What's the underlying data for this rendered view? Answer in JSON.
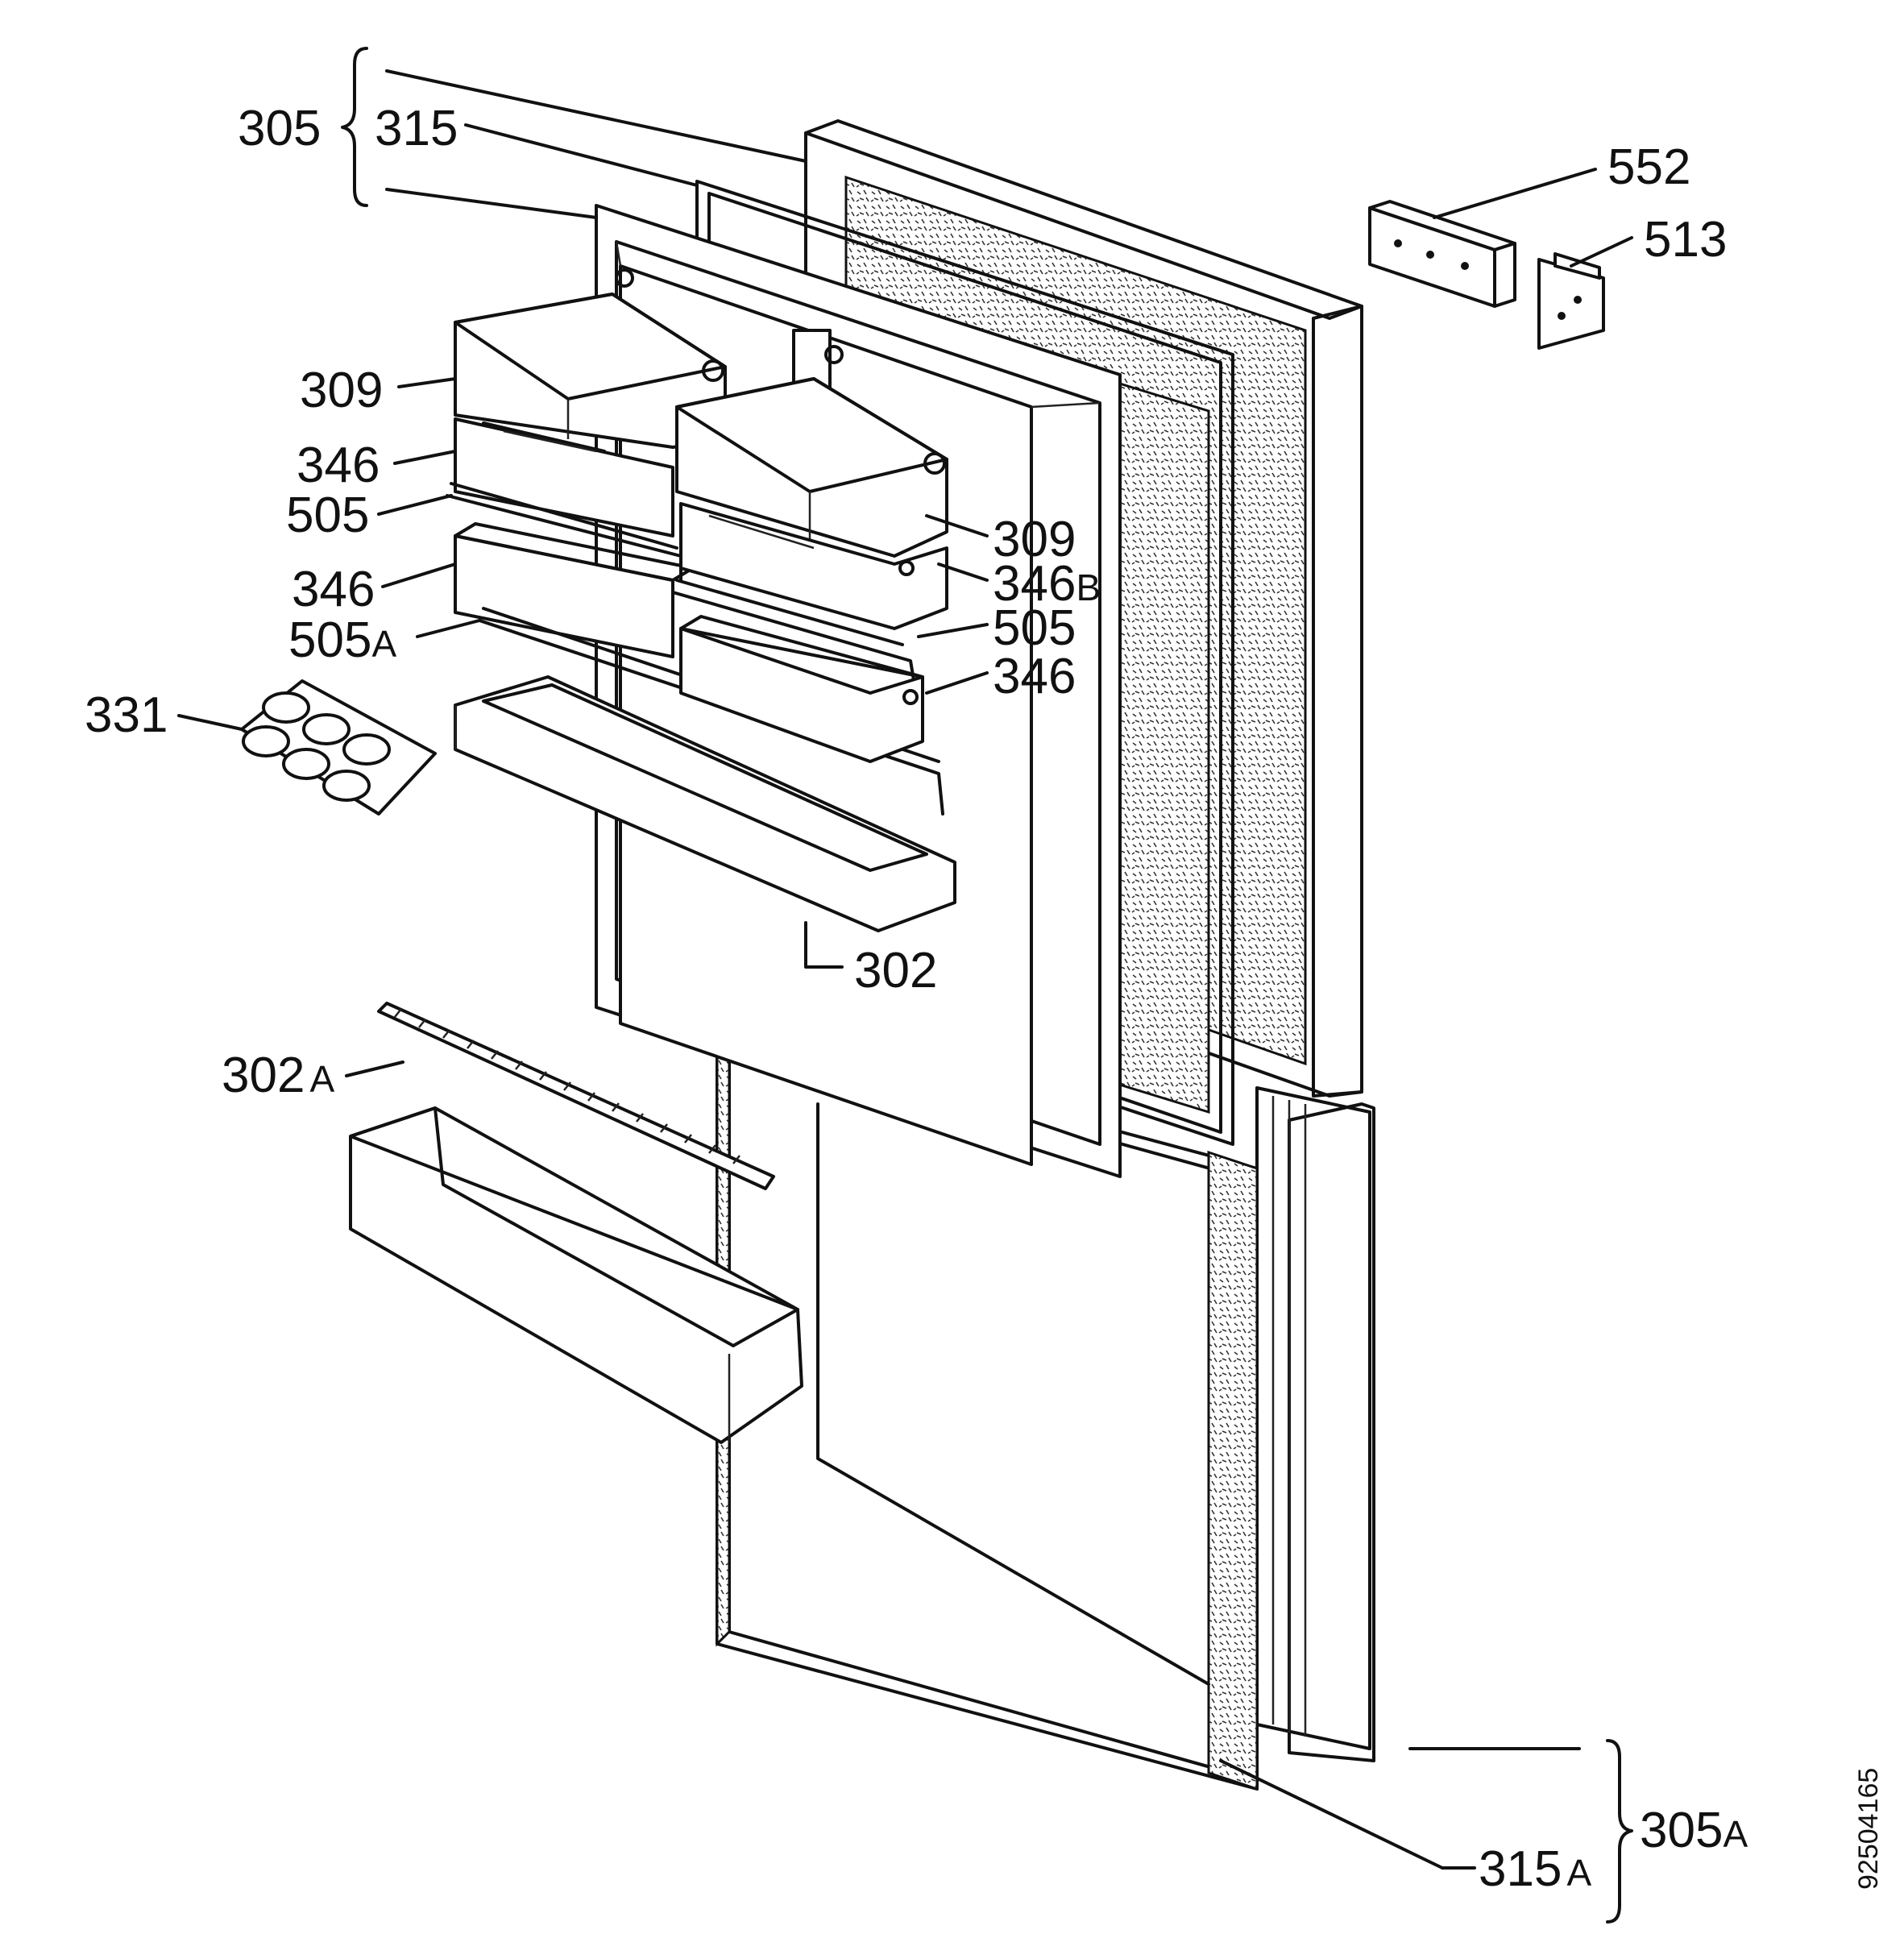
{
  "labels": {
    "l305": "305",
    "l315": "315",
    "l552": "552",
    "l513": "513",
    "l309a": "309",
    "l346a": "346",
    "l505a": "505",
    "l346b": "346",
    "l505A": "505",
    "l505A_sub": "A",
    "l331": "331",
    "l309b": "309",
    "l346B": "346",
    "l346B_sub": "B",
    "l505b": "505",
    "l346c": "346",
    "l302": "302",
    "l302A": "302",
    "l302A_sub": "A",
    "l305A": "305",
    "l305A_sub": "A",
    "l315A": "315",
    "l315A_sub": "A"
  },
  "drawing_code": "92504165",
  "colors": {
    "ink": "#111111",
    "paper": "#ffffff",
    "texture": "#8a8a8a"
  }
}
